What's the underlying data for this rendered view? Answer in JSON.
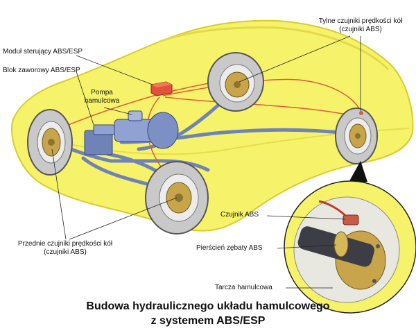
{
  "labels": {
    "control_unit": "Moduł sterujący ABS/ESP",
    "valve_block": "Blok zaworowy ABS/ESP",
    "pump": "Pompa hamulcowa",
    "rear_sensors_line1": "Tylne czujniki prędkości kół",
    "rear_sensors_line2": "(czujniki ABS)",
    "front_sensors_line1": "Przednie czujniki prędkości kół",
    "front_sensors_line2": "(czujniki ABS)",
    "abs_sensor": "Czujnik ABS",
    "tone_ring": "Pierścień zębaty ABS",
    "brake_disc": "Tarcza hamulcowa"
  },
  "caption": {
    "line1": "Budowa hydraulicznego układu hamulcowego",
    "line2": "z systemem ABS/ESP"
  },
  "colors": {
    "car_body": "#f6f36a",
    "car_outline": "#d8cc2a",
    "brake_pipe": "#6f83b8",
    "sensor_wire": "#e05a3a",
    "control_unit": "#e2513a",
    "tyre": "#c9c9c9",
    "disc": "#c8a54a"
  }
}
